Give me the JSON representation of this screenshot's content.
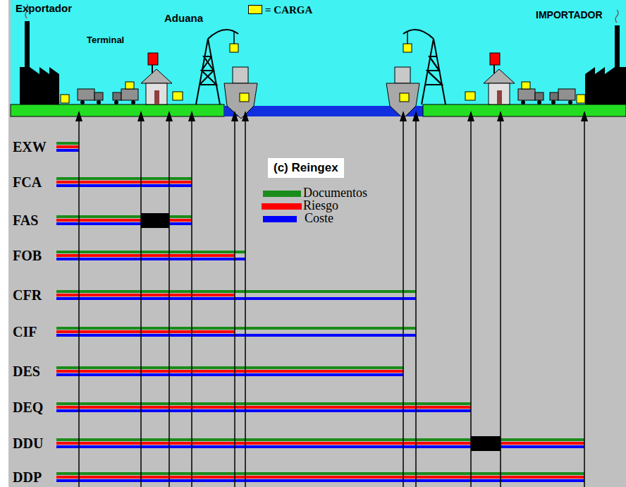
{
  "diagram": {
    "nodes": [
      {
        "text": [
          "(c) Reingex"
        ]
      }
    ],
    "labels": [
      "Exportador",
      "Aduana",
      "Terminal",
      "IMPORTADOR",
      "EXW",
      "FCA",
      "FAS",
      "FOB",
      "CFR",
      "CIF",
      "DES",
      "DEQ",
      "DDU",
      "DDP"
    ],
    "legend": [
      {
        "text": "= CARGA",
        "color": "#ffff00"
      },
      {
        "text": "Documentos",
        "color": "#1a8c1a"
      },
      {
        "text": "Riesgo",
        "color": "#ff0000"
      },
      {
        "text": "Coste",
        "color": "#0000ff"
      }
    ]
  }
}
